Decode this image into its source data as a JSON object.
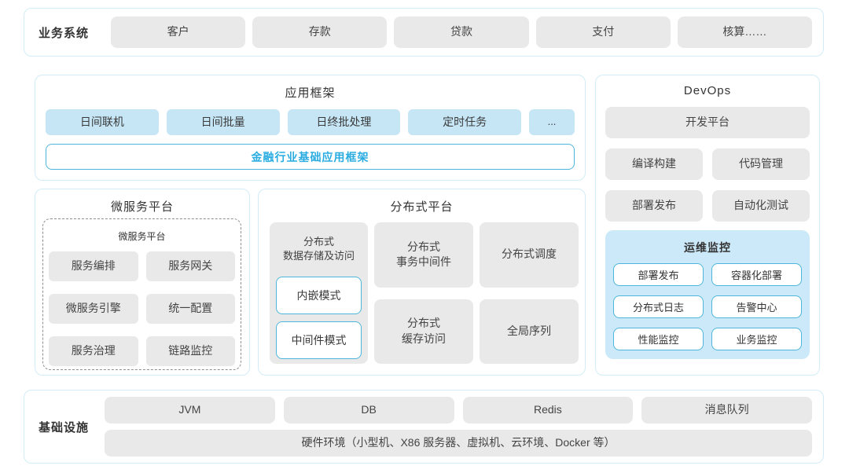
{
  "colors": {
    "panel_border": "#d2edf7",
    "block_gray": "#e9e9e9",
    "block_light_blue": "#c6e6f6",
    "monitor_background": "#cbe9f8",
    "accent_border": "#4eb6dc",
    "accent_text": "#2aace0",
    "text": "#404040"
  },
  "business": {
    "label": "业务系统",
    "items": [
      "客户",
      "存款",
      "贷款",
      "支付",
      "核算……"
    ]
  },
  "app_framework": {
    "title": "应用框架",
    "items": [
      "日间联机",
      "日间批量",
      "日终批处理",
      "定时任务",
      "..."
    ],
    "base_bar": "金融行业基础应用框架"
  },
  "microservice": {
    "title": "微服务平台",
    "inner_title": "微服务平台",
    "items": [
      "服务编排",
      "服务网关",
      "微服务引擎",
      "统一配置",
      "服务治理",
      "链路监控"
    ]
  },
  "distributed": {
    "title": "分布式平台",
    "storage": {
      "label": "分布式\n数据存储及访问",
      "modes": [
        "内嵌模式",
        "中间件模式"
      ]
    },
    "cells": [
      "分布式\n事务中间件",
      "分布式调度",
      "分布式\n缓存访问",
      "全局序列"
    ]
  },
  "devops": {
    "title": "DevOps",
    "platform": "开发平台",
    "items": [
      "编译构建",
      "代码管理",
      "部署发布",
      "自动化测试"
    ],
    "monitor": {
      "title": "运维监控",
      "items": [
        "部署发布",
        "容器化部署",
        "分布式日志",
        "告警中心",
        "性能监控",
        "业务监控"
      ]
    }
  },
  "infrastructure": {
    "label": "基础设施",
    "items": [
      "JVM",
      "DB",
      "Redis",
      "消息队列"
    ],
    "hardware": "硬件环境（小型机、X86 服务器、虚拟机、云环境、Docker 等）"
  }
}
